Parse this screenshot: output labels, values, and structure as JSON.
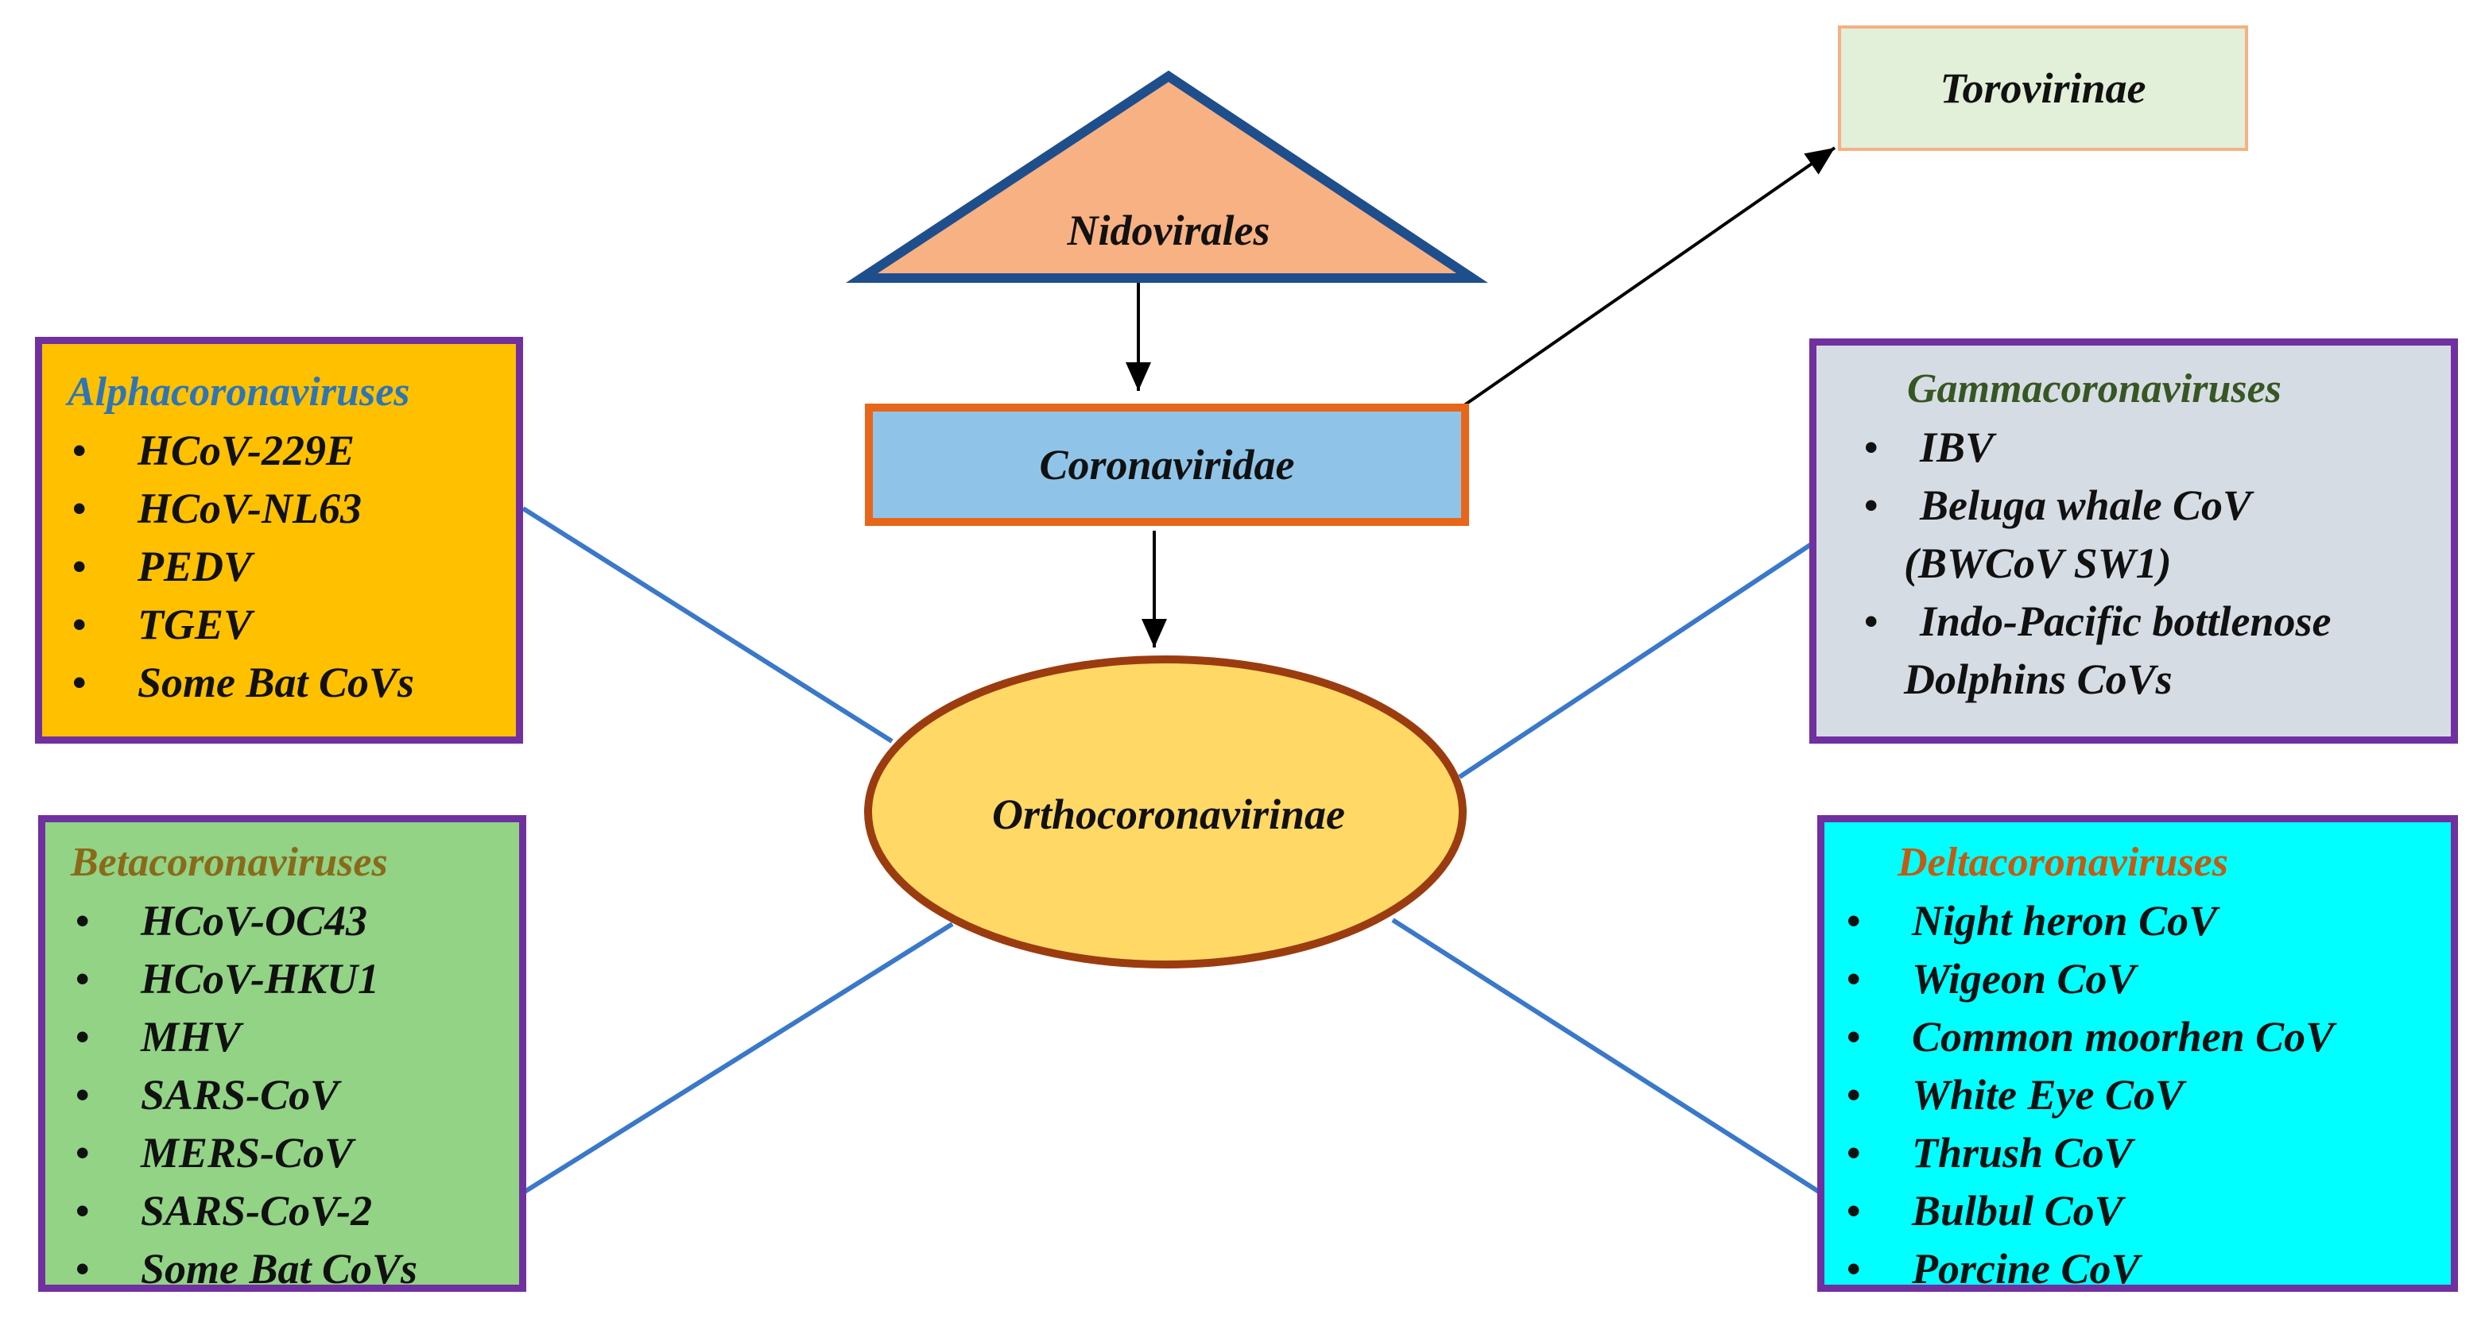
{
  "nodes": {
    "nidovirales": "Nidovirales",
    "coronaviridae": "Coronaviridae",
    "torovirinae": "Torovirinae",
    "orthocoronavirinae": "Orthocoronavirinae"
  },
  "groups": {
    "alpha": {
      "title": "Alphacoronaviruses",
      "items": [
        "HCoV-229E",
        "HCoV-NL63",
        "PEDV",
        "TGEV",
        "Some Bat CoVs"
      ]
    },
    "beta": {
      "title": "Betacoronaviruses",
      "items": [
        "HCoV-OC43",
        "HCoV-HKU1",
        "MHV",
        "SARS-CoV",
        "MERS-CoV",
        "SARS-CoV-2",
        "Some Bat CoVs"
      ]
    },
    "gamma": {
      "title": "Gammacoronaviruses",
      "items": [
        {
          "line1": "IBV"
        },
        {
          "line1": "Beluga whale CoV",
          "line2": "(BWCoV SW1)"
        },
        {
          "line1": "Indo-Pacific bottlenose",
          "line2": "Dolphins CoVs"
        }
      ]
    },
    "delta": {
      "title": "Deltacoronaviruses",
      "items": [
        "Night heron CoV",
        "Wigeon CoV",
        "Common moorhen CoV",
        "White Eye CoV",
        "Thrush CoV",
        "Bulbul CoV",
        "Porcine CoV"
      ]
    }
  },
  "colors": {
    "triangle_fill": "#f8b183",
    "triangle_border": "#1f4e8c",
    "coronaviridae_fill": "#8fc4e8",
    "coronaviridae_border": "#e8661a",
    "torovirinae_fill": "#e2efd9",
    "torovirinae_border": "#f4b183",
    "ellipse_fill": "#ffd866",
    "ellipse_border": "#9b3c10",
    "group_border": "#7030a0",
    "alpha_fill": "#ffc000",
    "alpha_title": "#2e75b6",
    "beta_fill": "#92d385",
    "beta_title": "#8a6a1a",
    "gamma_fill": "#d6dce4",
    "gamma_title": "#375623",
    "delta_fill": "#00ffff",
    "delta_title": "#c55a11",
    "connector_line": "#3a78c9",
    "arrow": "#000000"
  },
  "icons": {
    "bullet": "•"
  }
}
